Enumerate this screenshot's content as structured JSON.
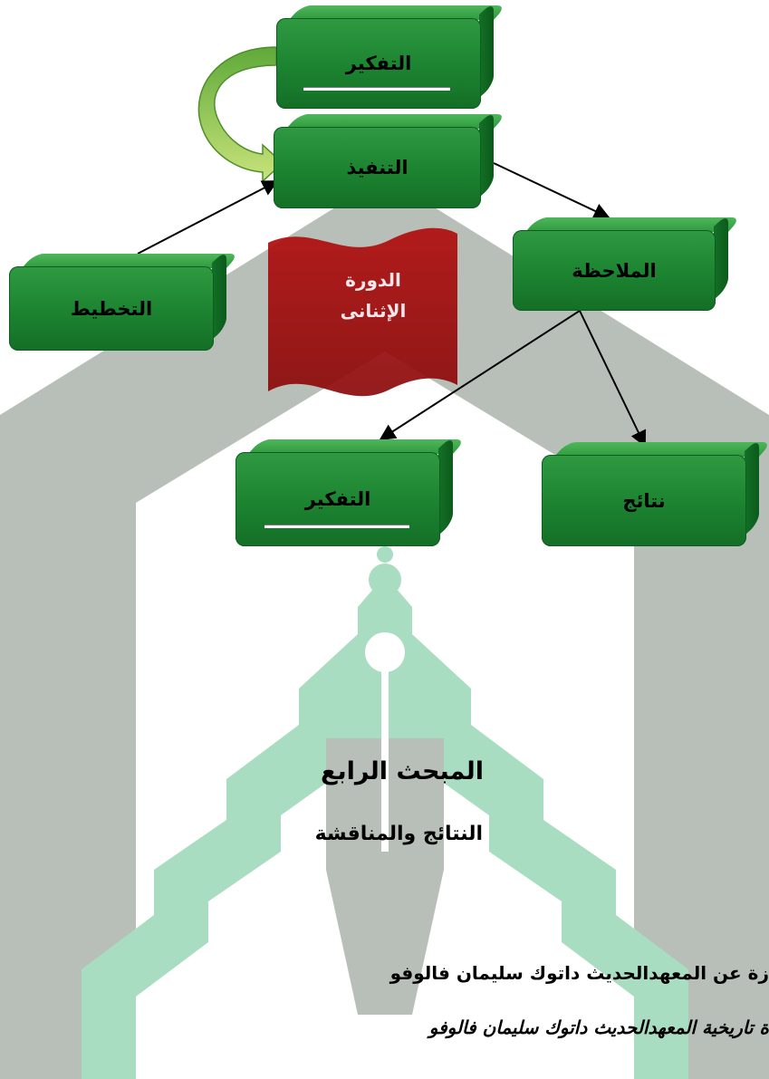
{
  "diagram": {
    "nodes": {
      "thinking_top": "التفكير",
      "execution": "التنفيذ",
      "observation": "الملاحظة",
      "planning": "التخطيط",
      "thinking_bottom": "التفكير",
      "results": "نتائج"
    },
    "cycle_label": {
      "line1": "الدورة",
      "line2": "الإثنانى"
    }
  },
  "document": {
    "chapter_title": "المبحث الرابع",
    "chapter_subtitle": "النتائج والمناقشة",
    "line1": "زة عن المعهدالحديث داتوك سليمان فالوفو",
    "line2": "ة تاريخية المعهدالحديث داتوك سليمان فالوفو"
  },
  "colors": {
    "box_green": "#1c8330",
    "banner_red": "#a50b0b",
    "watermark_gray": "#b6bdb7",
    "watermark_green": "#a7dcc0"
  }
}
